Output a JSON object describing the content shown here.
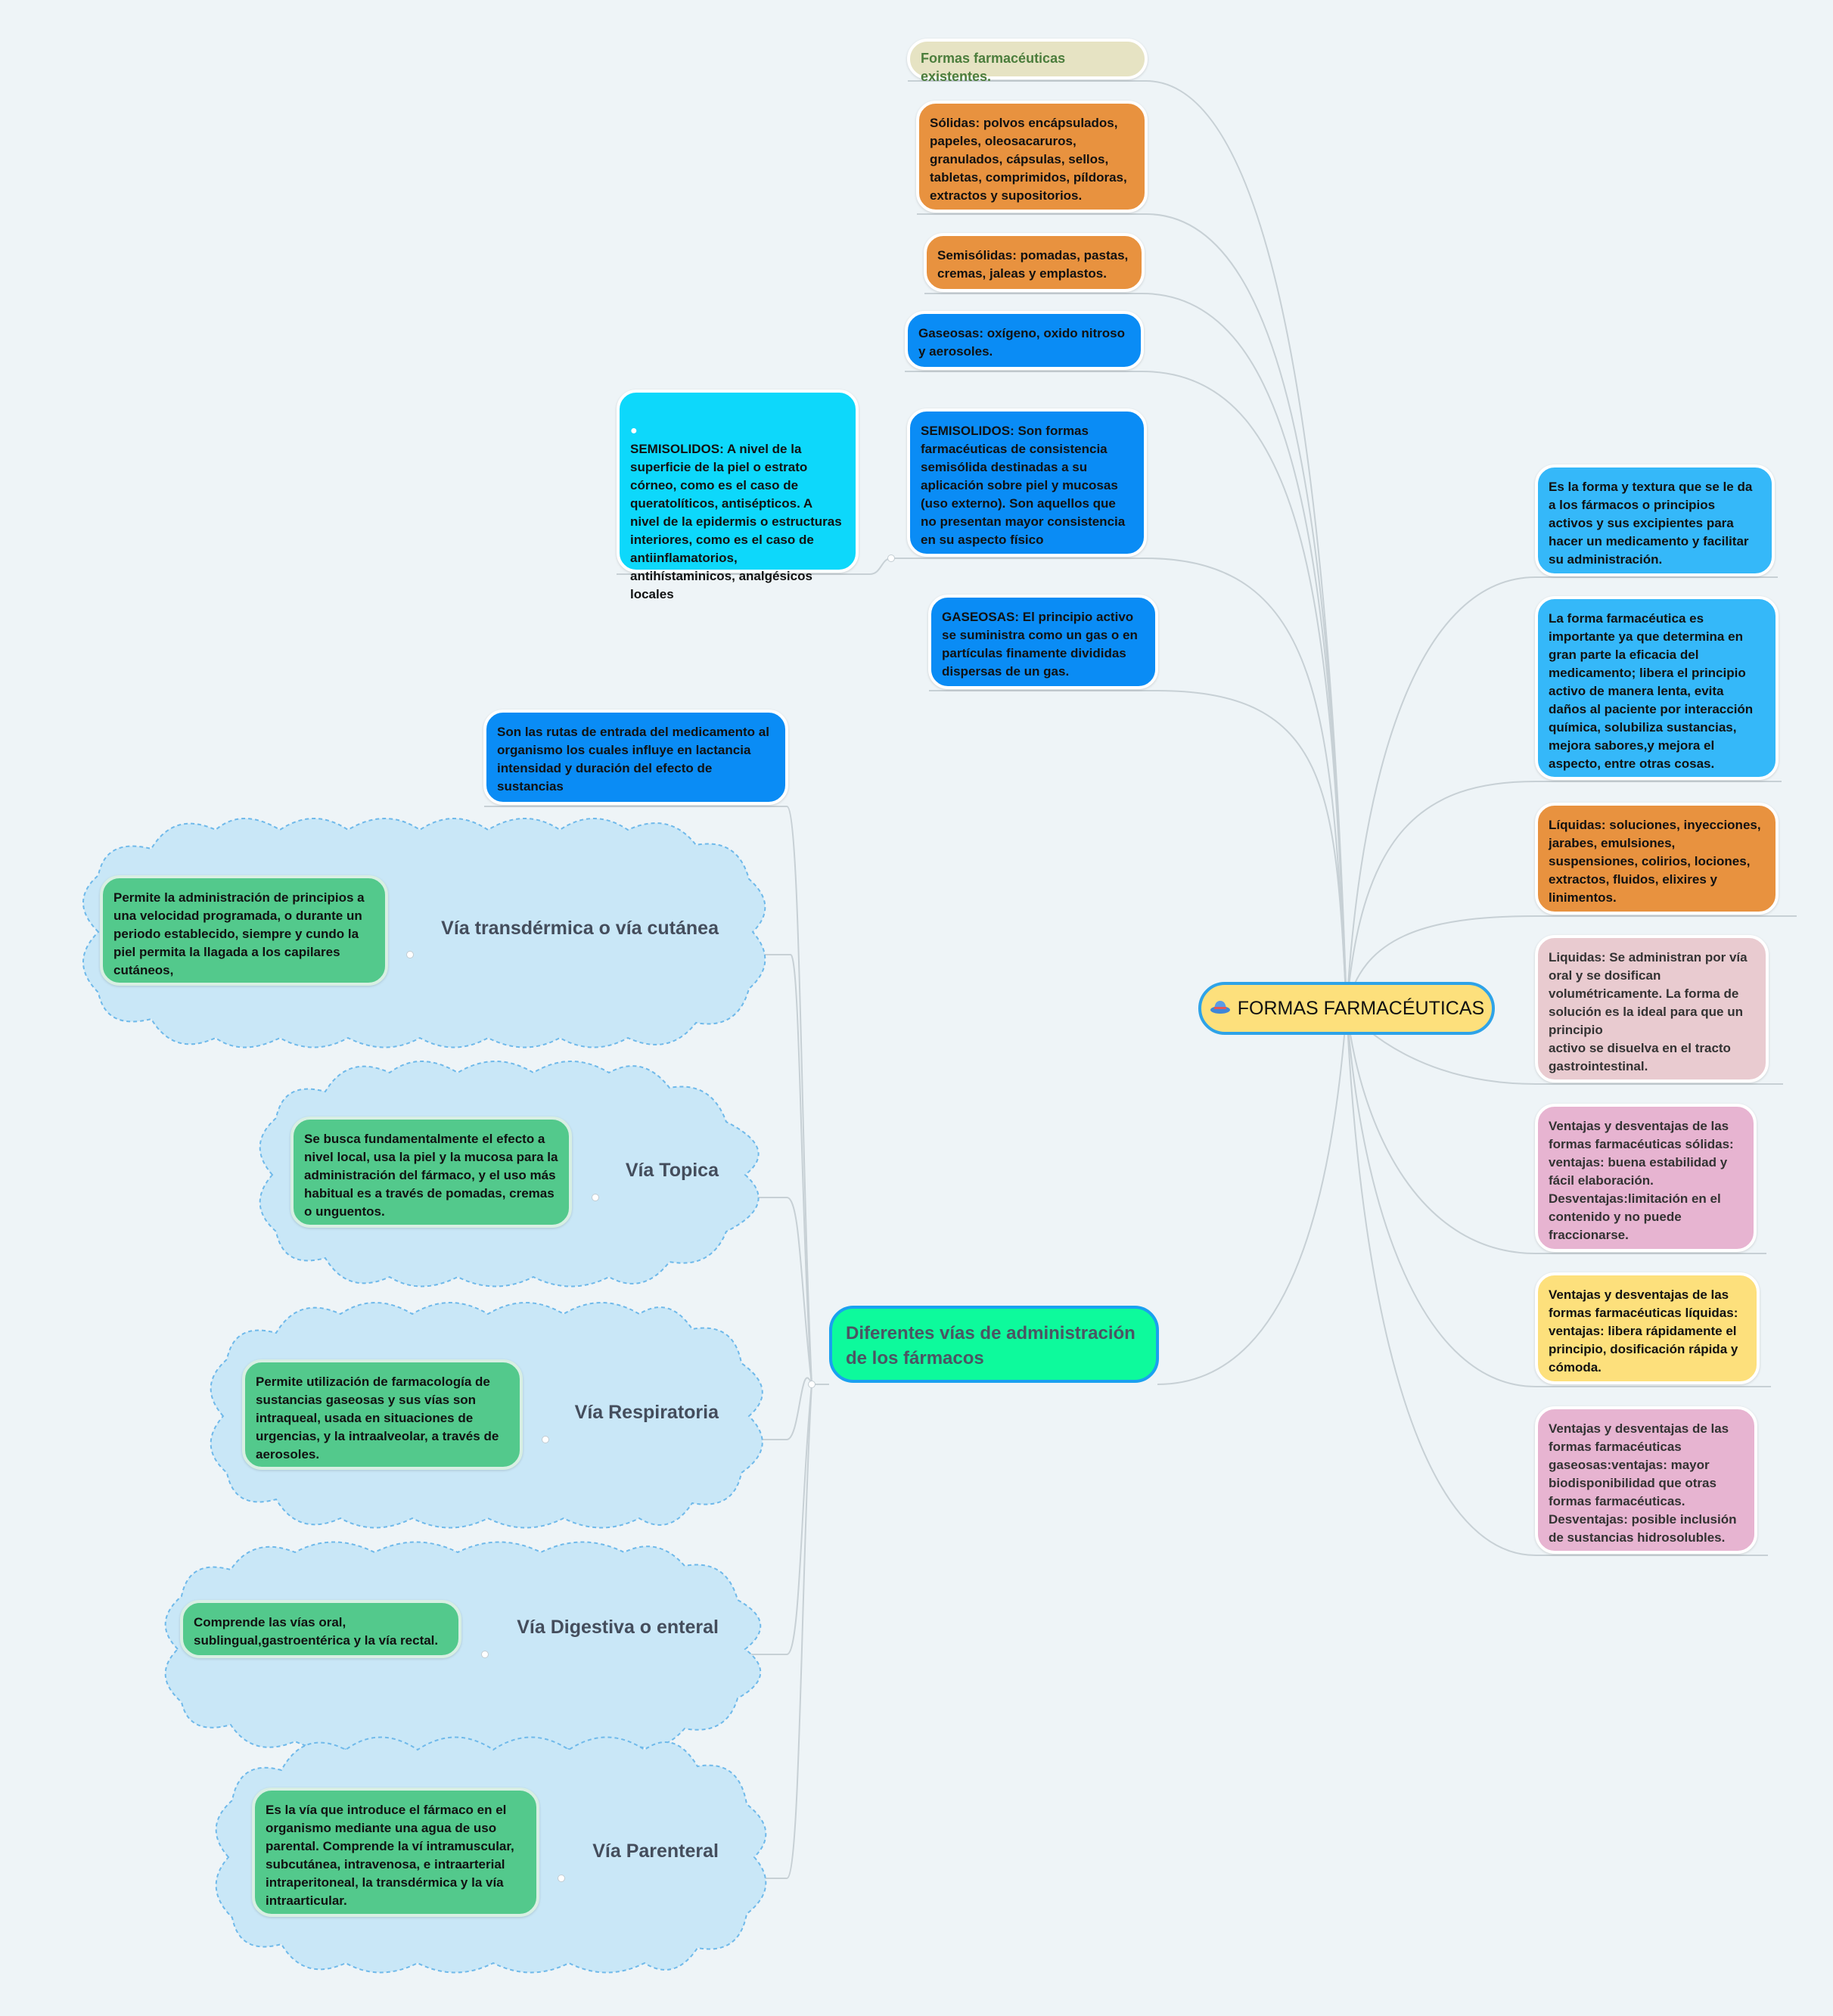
{
  "root": {
    "icon": "hat-icon",
    "title": "FORMAS FARMACÉUTICAS"
  },
  "forms": {
    "existing": "Formas farmacéuticas existentes.",
    "solid": "Sólidas: polvos encápsulados, papeles, oleosacaruros, granulados, cápsulas, sellos, tabletas, comprimidos, píldoras, extractos y supositorios.",
    "semisolid": "Semisólidas: pomadas, pastas, cremas, jaleas y emplastos.",
    "gaseous": "Gaseosas: oxígeno, oxido nitroso y aerosoles.",
    "semisolid_def": "SEMISOLIDOS:  Son formas farmacéuticas de consistencia semisólida destinadas a su aplicación sobre piel y mucosas (uso externo). Son aquellos que no presentan mayor consistencia en su aspecto físico",
    "semisolid_note": "SEMISOLIDOS: A nivel de la superficie de la piel o estrato córneo, como es el caso de queratolíticos, antisépticos. A nivel de la epidermis o estructuras interiores, como es el caso de antiinflamatorios, antihístaminicos, analgésicos locales",
    "gaseous_def": "GASEOSAS:  El principio activo se suministra como un gas o en partículas finamente divididas dispersas de un gas."
  },
  "right": {
    "definition": "Es la forma y textura que se le da a los fármacos o principios activos y sus excipientes para hacer un medicamento y facilitar su administración.",
    "importance": "La forma farmacéutica es importante ya que determina en gran parte la eficacia del medicamento; libera el principio activo de manera lenta, evita daños al paciente por interacción química, solubiliza sustancias, mejora sabores,y mejora el aspecto, entre otras cosas.",
    "liquid": "Líquidas: soluciones, inyecciones, jarabes, emulsiones, suspensiones, colirios, lociones, extractos, fluidos, elixires y linimentos.",
    "liquid_note": "Liquidas: Se administran por vía oral y se dosifican volumétricamente. La forma de solución es la ideal para que un principio\nactivo se disuelva en el tracto gastrointestinal.",
    "adv_solid": "Ventajas y desventajas de las formas farmacéuticas sólidas: ventajas: buena estabilidad y fácil elaboración. Desventajas:limitación en el contenido y no puede fraccionarse.",
    "adv_liquid": "Ventajas y desventajas de las formas farmacéuticas líquidas: ventajas: libera rápidamente el principio, dosificación rápida y cómoda.",
    "adv_gas": "Ventajas y desventajas de las formas farmacéuticas gaseosas:ventajas: mayor biodisponibilidad que otras formas farmacéuticas. Desventajas: posible inclusión de sustancias hidrosolubles."
  },
  "routes": {
    "title": "Diferentes vías de administración de los fármacos",
    "intro": "Son las rutas de entrada del medicamento al organismo los cuales influye en lactancia intensidad y duración del efecto de sustancias",
    "items": [
      {
        "label": "Vía transdérmica o vía cutánea",
        "detail": "Permite la administración de principios a una velocidad programada, o durante un periodo establecido, siempre y cundo la piel permita la llagada a los capilares cutáneos,"
      },
      {
        "label": "Vía Topica",
        "detail": "Se busca fundamentalmente el efecto a nivel local, usa la piel y la mucosa para la administración del fármaco, y el uso más habitual es a través de pomadas, cremas o unguentos."
      },
      {
        "label": "Vía Respiratoria",
        "detail": "Permite utilización de farmacología de sustancias gaseosas y sus vías son intraqueal, usada en situaciones de urgencias, y la intraalveolar, a través de aerosoles."
      },
      {
        "label": "Vía Digestiva o enteral",
        "detail": "Comprende las vías oral, sublingual,gastroentérica y la vía rectal."
      },
      {
        "label": "Vía Parenteral",
        "detail": "Es la vía que introduce el fármaco en el organismo mediante una agua de uso parental. Comprende la ví intramuscular, subcutánea, intravenosa, e intraarterial intraperitoneal, la transdérmica y la vía intraarticular."
      }
    ]
  },
  "colors": {
    "background": "#eef4f7",
    "root_fill": "#fde07c",
    "sub_fill": "#0dfa9c",
    "cloud_fill": "#c9e7f7",
    "cloud_border": "#6fb9ea",
    "link": "#c7d0d5"
  }
}
